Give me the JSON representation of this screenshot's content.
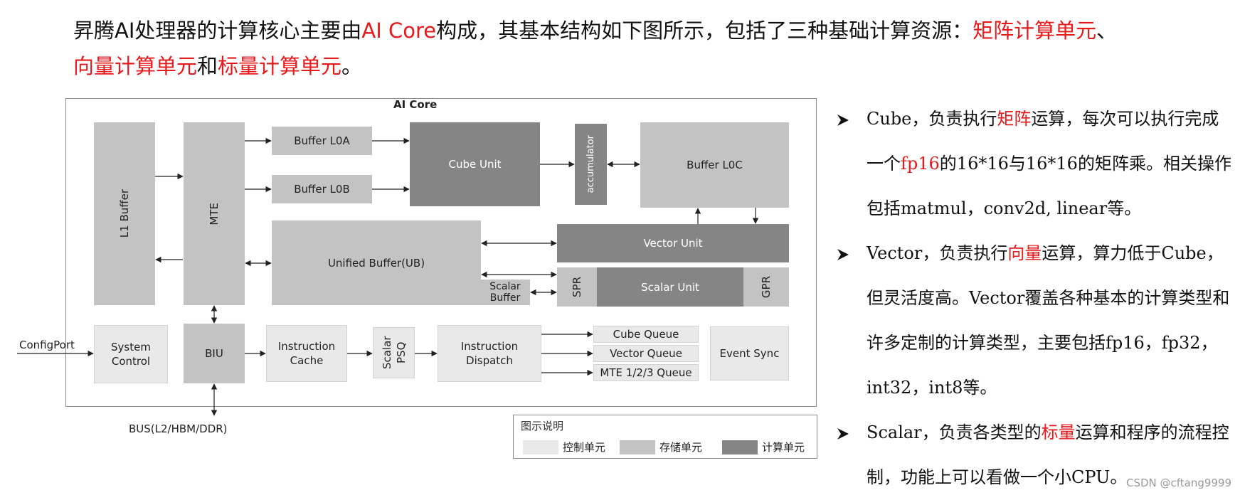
{
  "intro": {
    "p1": "昇腾AI处理器的计算核心主要由",
    "p2": "AI Core",
    "p3": "构成，其基本结构如下图所示，包括了三种基础计算资源：",
    "p4": "矩阵计算单元",
    "p5": "、",
    "p6": "向量计算单元",
    "p7": "和",
    "p8": "标量计算单元",
    "p9": "。"
  },
  "diagram": {
    "title": "AI Core",
    "blocks": {
      "l1_buffer": "L1 Buffer",
      "mte": "MTE",
      "buffer_l0a": "Buffer L0A",
      "buffer_l0b": "Buffer L0B",
      "cube_unit": "Cube Unit",
      "accumulator": "accumulator",
      "buffer_l0c": "Buffer L0C",
      "vector_unit": "Vector Unit",
      "unified_buffer": "Unified Buffer(UB)",
      "scalar_buffer": "Scalar Buffer",
      "spr": "SPR",
      "scalar_unit": "Scalar Unit",
      "gpr": "GPR",
      "system_control": "System Control",
      "biu": "BIU",
      "instruction_cache": "Instruction Cache",
      "scalar_psq": "Scalar PSQ",
      "instruction_dispatch": "Instruction Dispatch",
      "cube_queue": "Cube Queue",
      "vector_queue": "Vector Queue",
      "mte_queue": "MTE 1/2/3 Queue",
      "event_sync": "Event Sync"
    },
    "config_port": "ConfigPort",
    "bus": "BUS(L2/HBM/DDR)",
    "legend": {
      "title": "图示说明",
      "control": "控制单元",
      "storage": "存储单元",
      "compute": "计算单元"
    },
    "colors": {
      "control": "#e9e9e9",
      "storage": "#c3c3c3",
      "compute": "#858585"
    }
  },
  "bullets": [
    {
      "a": "Cube，负责执行",
      "b": "矩阵",
      "c": "运算，每次可以执行完成一个",
      "d": "fp16",
      "e": "的16*16与16*16的矩阵乘。相关操作包括matmul，conv2d, linear等。"
    },
    {
      "a": "Vector，负责执行",
      "b": "向量",
      "c": "运算，算力低于Cube，但灵活度高。Vector覆盖各种基本的计算类型和许多定制的计算类型，主要包括fp16，fp32，int32，int8等。"
    },
    {
      "a": "Scalar，负责各类型的",
      "b": "标量",
      "c": "运算和程序的流程控制，功能上可以看做一个小CPU。"
    }
  ],
  "watermark": "CSDN @cftang9999",
  "accent_color": "#e8191b"
}
